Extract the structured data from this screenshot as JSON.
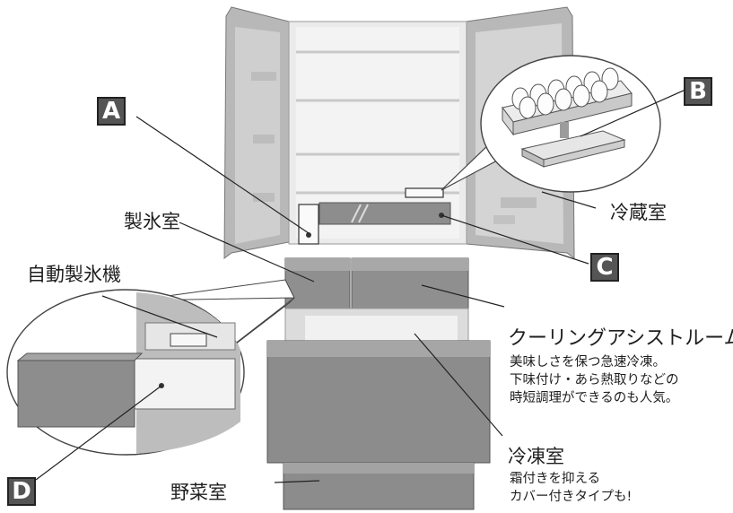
{
  "labels": {
    "a": "A",
    "b": "B",
    "c": "C",
    "d": "D"
  },
  "compartments": {
    "ice_room": "製氷室",
    "auto_ice_maker": "自動製氷機",
    "fridge_room": "冷蔵室",
    "vegetable_room": "野菜室"
  },
  "cooling_assist": {
    "title": "クーリングアシストルーム",
    "desc1": "美味しさを保つ急速冷凍。",
    "desc2": "下味付け・あら熱取りなどの",
    "desc3": "時短調理ができるのも人気。"
  },
  "freezer": {
    "title": "冷凍室",
    "desc1": "霜付きを抑える",
    "desc2": "カバー付きタイプも!"
  },
  "colors": {
    "panel_dark": "#8e8e8e",
    "panel_mid": "#a9a9a9",
    "panel_light": "#c9c9c9",
    "interior": "#ededed",
    "line": "#3a3a3a",
    "label_box": "#555555"
  }
}
